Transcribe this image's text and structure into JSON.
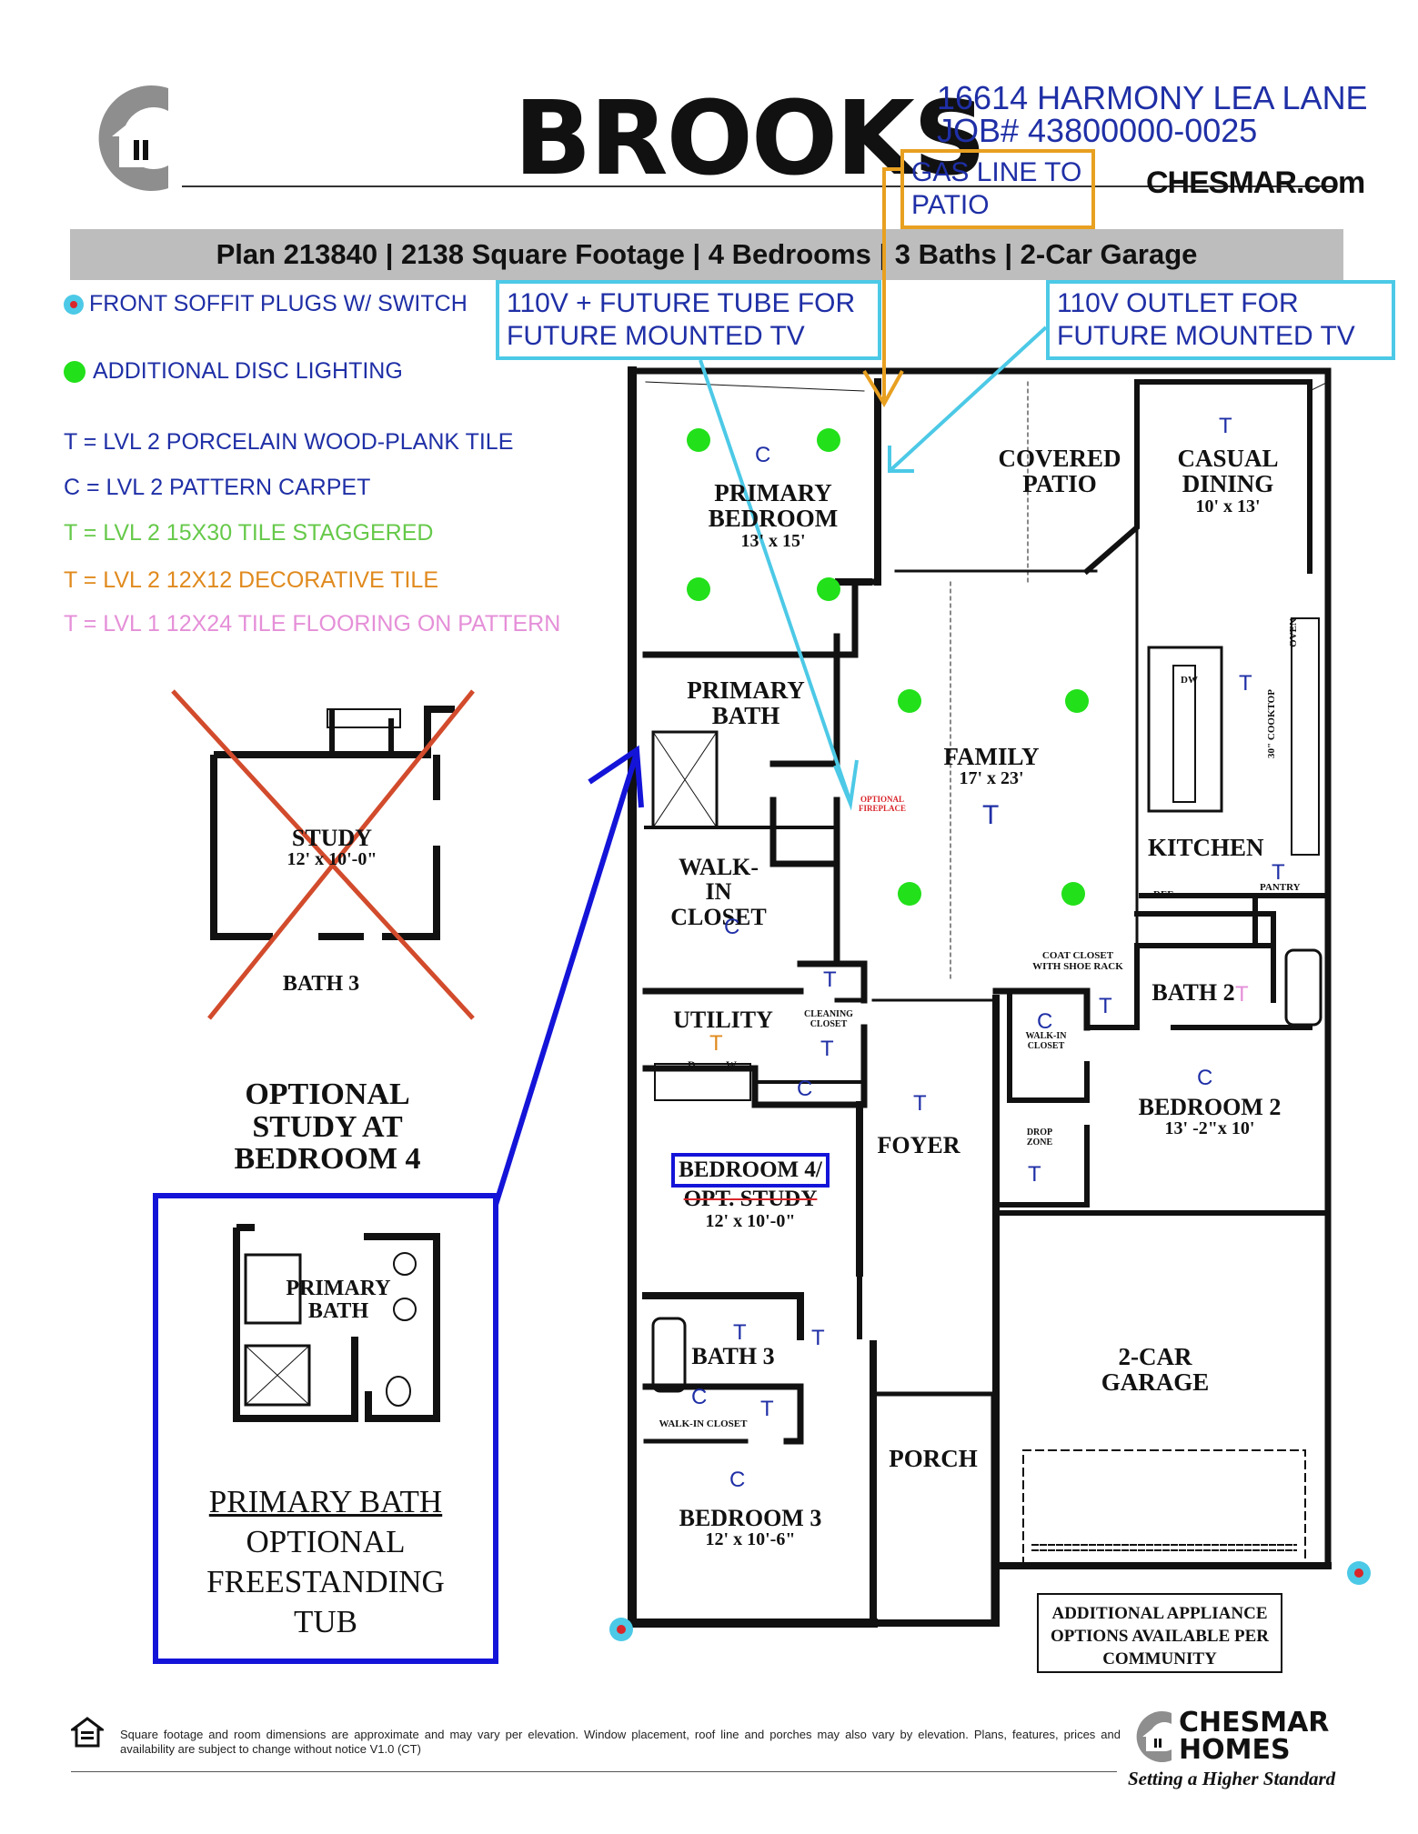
{
  "header": {
    "title": "BROOKS",
    "address_line1": "16614 HARMONY LEA LANE",
    "address_line2": "JOB# 43800000-0025",
    "website": "CHESMAR.com",
    "plan_bar": "Plan 213840 | 2138 Square Footage | 4 Bedrooms | 3 Baths | 2-Car Garage"
  },
  "callouts": {
    "gas_line": "GAS LINE TO PATIO",
    "tv_tube": "110V + FUTURE TUBE FOR FUTURE MOUNTED TV",
    "tv_outlet": "110V OUTLET FOR FUTURE MOUNTED TV"
  },
  "legend": {
    "soffit": "FRONT SOFFIT PLUGS W/ SWITCH",
    "disc": "ADDITIONAL DISC LIGHTING",
    "t_wood": "T = LVL 2 PORCELAIN WOOD-PLANK TILE",
    "c_carpet": "C = LVL 2 PATTERN CARPET",
    "t_15x30": "T = LVL 2 15X30 TILE STAGGERED",
    "t_12x12": "T = LVL 2 12X12 DECORATIVE TILE",
    "t_12x24": "T = LVL 1 12X24 TILE FLOORING ON PATTERN",
    "colors": {
      "blue": "#1f2fa6",
      "green": "#66c94a",
      "orange": "#e08a1e",
      "pink": "#e58fd8",
      "cyan": "#4cc9e6",
      "red": "#d9262b",
      "dot_green": "#22e01a"
    }
  },
  "rooms": {
    "primary_bedroom": "PRIMARY BEDROOM",
    "primary_bedroom_dim": "13' x 15'",
    "covered_patio": "COVERED PATIO",
    "casual_dining": "CASUAL DINING",
    "casual_dining_dim": "10' x 13'",
    "primary_bath": "PRIMARY BATH",
    "family": "FAMILY",
    "family_dim": "17' x 23'",
    "optional_fireplace": "OPTIONAL FIREPLACE",
    "kitchen": "KITCHEN",
    "oven": "OVEN",
    "cooktop": "30\" COOKTOP",
    "dw": "DW",
    "ref": "REF",
    "pantry": "PANTRY",
    "walkin_closet": "WALK-IN CLOSET",
    "coat_closet": "COAT CLOSET WITH SHOE RACK",
    "bath2": "BATH 2",
    "utility": "UTILITY",
    "cleaning_closet": "CLEANING CLOSET",
    "walkin_closet_small": "WALK-IN CLOSET",
    "bedroom2": "BEDROOM 2",
    "bedroom2_dim": "13' -2\"x 10'",
    "drop_zone": "DROP ZONE",
    "foyer": "FOYER",
    "bedroom4": "BEDROOM 4/",
    "opt_study": "OPT. STUDY",
    "bedroom4_dim": "12' x 10'-0\"",
    "bath3": "BATH 3",
    "garage": "2-CAR GARAGE",
    "walkin_closet_b3": "WALK-IN CLOSET",
    "porch": "PORCH",
    "bedroom3": "BEDROOM 3",
    "bedroom3_dim": "12' x 10'-6\"",
    "appliance_note": "ADDITIONAL APPLIANCE OPTIONS AVAILABLE PER COMMUNITY",
    "d": "D",
    "w": "W"
  },
  "markers": {
    "t": "T",
    "c": "C"
  },
  "options": {
    "study": "STUDY",
    "study_dim": "12' x 10'-0\"",
    "bath3": "BATH 3",
    "study_caption": "OPTIONAL STUDY AT BEDROOM 4",
    "primary_bath": "PRIMARY BATH",
    "tub_caption_1": "PRIMARY BATH",
    "tub_caption_2": "OPTIONAL",
    "tub_caption_3": "FREESTANDING",
    "tub_caption_4": "TUB"
  },
  "footer": {
    "disclaimer": "Square footage and room dimensions are approximate and may vary per elevation. Window placement, roof line and porches may also vary by elevation. Plans, features, prices and availability are subject to change without notice V1.0 (CT)",
    "brand_1": "CHESMAR",
    "brand_2": "HOMES",
    "tagline": "Setting a Higher Standard"
  }
}
